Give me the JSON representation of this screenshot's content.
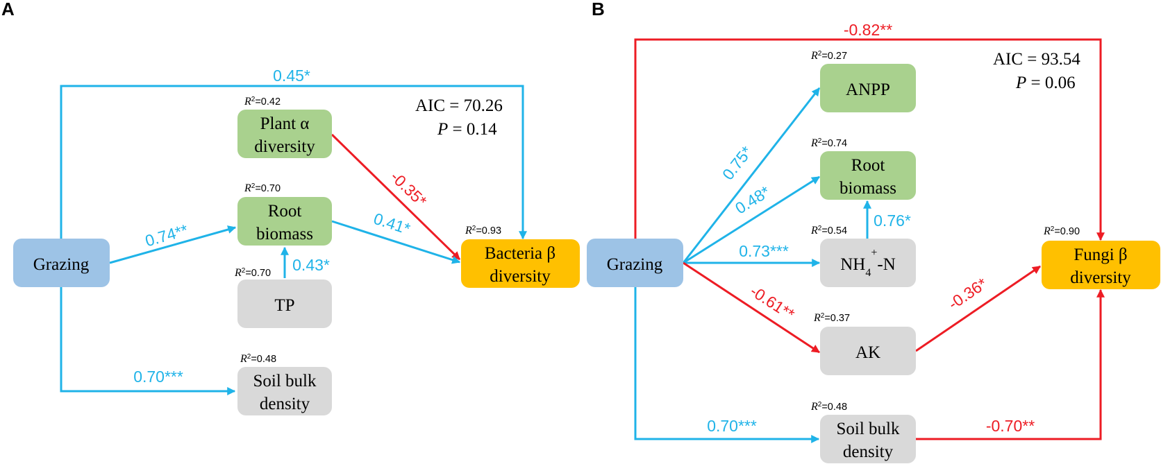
{
  "colors": {
    "positive": "#1fb3e8",
    "negative": "#ed1c24",
    "driver": "#9dc3e6",
    "plant": "#a9d18e",
    "soil": "#d9d9d9",
    "response": "#ffc000"
  },
  "panelA": {
    "letter": "A",
    "stats": {
      "aic_label": "AIC = 70.26",
      "p_label": "P",
      "p_value": " = 0.14"
    },
    "nodes": {
      "grazing": {
        "lines": [
          "Grazing"
        ]
      },
      "plant_alpha": {
        "lines": [
          "Plant α",
          "diversity"
        ],
        "r2": "=0.42"
      },
      "root_biomass": {
        "lines": [
          "Root",
          "biomass"
        ],
        "r2": "=0.70"
      },
      "tp": {
        "lines": [
          "TP"
        ],
        "r2": "=0.70"
      },
      "soil_bulk_density": {
        "lines": [
          "Soil bulk",
          "density"
        ],
        "r2": "=0.48"
      },
      "bacteria_beta": {
        "lines": [
          "Bacteria β",
          "diversity"
        ],
        "r2": "=0.93"
      }
    },
    "paths": {
      "grazing_bacteria": "0.45*",
      "grazing_root": "0.74**",
      "plant_bacteria": "-0.35*",
      "root_bacteria": "0.41*",
      "tp_root": "0.43*",
      "grazing_soil": "0.70***"
    }
  },
  "panelB": {
    "letter": "B",
    "stats": {
      "aic_label": "AIC = 93.54",
      "p_label": "P",
      "p_value": " = 0.06"
    },
    "nodes": {
      "grazing": {
        "lines": [
          "Grazing"
        ]
      },
      "anpp": {
        "lines": [
          "ANPP"
        ],
        "r2": "=0.27"
      },
      "root_biomass": {
        "lines": [
          "Root",
          "biomass"
        ],
        "r2": "=0.74"
      },
      "nh4": {
        "base": "NH",
        "sub": "4",
        "sup": "+",
        "tail": "-N",
        "r2": "=0.54"
      },
      "ak": {
        "lines": [
          "AK"
        ],
        "r2": "=0.37"
      },
      "soil_bulk_density": {
        "lines": [
          "Soil bulk",
          "density"
        ],
        "r2": "=0.48"
      },
      "fungi_beta": {
        "lines": [
          "Fungi β",
          "diversity"
        ],
        "r2": "=0.90"
      }
    },
    "paths": {
      "grazing_fungi": "-0.82**",
      "grazing_anpp": "0.75*",
      "grazing_root": "0.48*",
      "nh4_root": "0.76*",
      "grazing_nh4": "0.73***",
      "grazing_ak": "-0.61**",
      "ak_fungi": "-0.36*",
      "grazing_soil": "0.70***",
      "soil_fungi": "-0.70**"
    }
  }
}
